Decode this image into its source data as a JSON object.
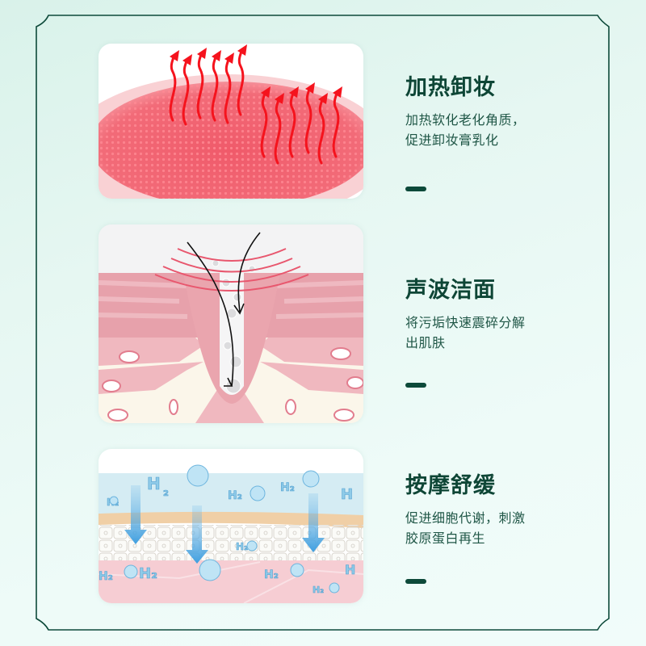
{
  "colors": {
    "frame_line": "#0d4a3a",
    "title_text": "#0e4636",
    "body_text": "#1f5646",
    "dash": "#0d4a3a",
    "background": "#e6f7f2"
  },
  "features": [
    {
      "title": "加热卸妆",
      "desc_line1": "加热软化老化角质，",
      "desc_line2": "促进卸妆膏乳化",
      "image": "heated-silicone-brush-head-illustration"
    },
    {
      "title": "声波洁面",
      "desc_line1": "将污垢快速震碎分解",
      "desc_line2": "出肌肤",
      "image": "sonic-pore-cleansing-illustration"
    },
    {
      "title": "按摩舒缓",
      "desc_line1": "促进细胞代谢，刺激",
      "desc_line2": "胶原蛋白再生",
      "image": "h2o-skin-layer-hydration-illustration"
    }
  ]
}
